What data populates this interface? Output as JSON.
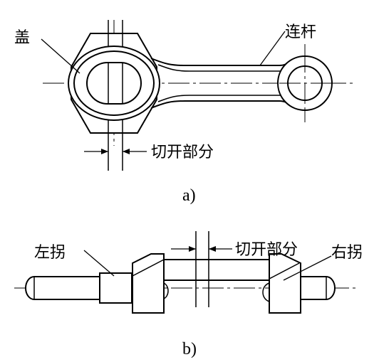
{
  "figure_a": {
    "caption": "a)",
    "labels": {
      "cap": "盖",
      "rod": "连杆",
      "cut": "切开部分"
    }
  },
  "figure_b": {
    "caption": "b)",
    "labels": {
      "left_crank": "左拐",
      "cut": "切开部分",
      "right_crank": "右拐"
    }
  },
  "colors": {
    "line": "#000000",
    "background": "#ffffff"
  }
}
